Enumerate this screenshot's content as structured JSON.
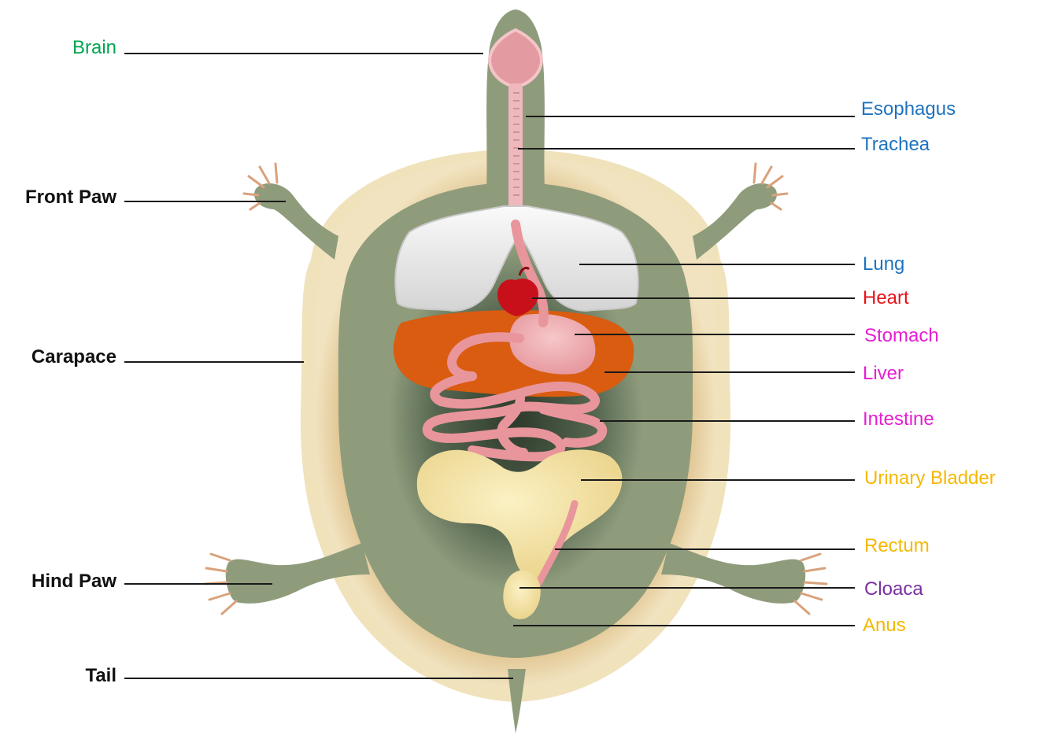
{
  "colors": {
    "carapace_outer": "#e9d6a6",
    "carapace_rim": "#d8b57a",
    "skin": "#8f9c7c",
    "shadow": "#3a4a36",
    "lung": "#eeeeee",
    "heart": "#c8101a",
    "tract": "#e9959c",
    "stomach": "#efb0b4",
    "liver": "#d95c10",
    "bladder": "#f2e0a0",
    "leader": "#1a1a1a"
  },
  "labels": {
    "brain": {
      "text": "Brain",
      "color": "#00a550"
    },
    "front_paw": {
      "text": "Front Paw",
      "color": "#111111"
    },
    "carapace": {
      "text": "Carapace",
      "color": "#111111"
    },
    "hind_paw": {
      "text": "Hind Paw",
      "color": "#111111"
    },
    "tail": {
      "text": "Tail",
      "color": "#111111"
    },
    "esophagus": {
      "text": "Esophagus",
      "color": "#1e73be"
    },
    "trachea": {
      "text": "Trachea",
      "color": "#1e73be"
    },
    "lung": {
      "text": "Lung",
      "color": "#1e73be"
    },
    "heart": {
      "text": "Heart",
      "color": "#e6141b"
    },
    "stomach": {
      "text": "Stomach",
      "color": "#e61ed2"
    },
    "liver": {
      "text": "Liver",
      "color": "#e61ed2"
    },
    "intestine": {
      "text": "Intestine",
      "color": "#e61ed2"
    },
    "bladder": {
      "text": "Urinary Bladder",
      "color": "#f5b800"
    },
    "rectum": {
      "text": "Rectum",
      "color": "#f5b800"
    },
    "cloaca": {
      "text": "Cloaca",
      "color": "#7a2fa0"
    },
    "anus": {
      "text": "Anus",
      "color": "#f5b800"
    }
  }
}
